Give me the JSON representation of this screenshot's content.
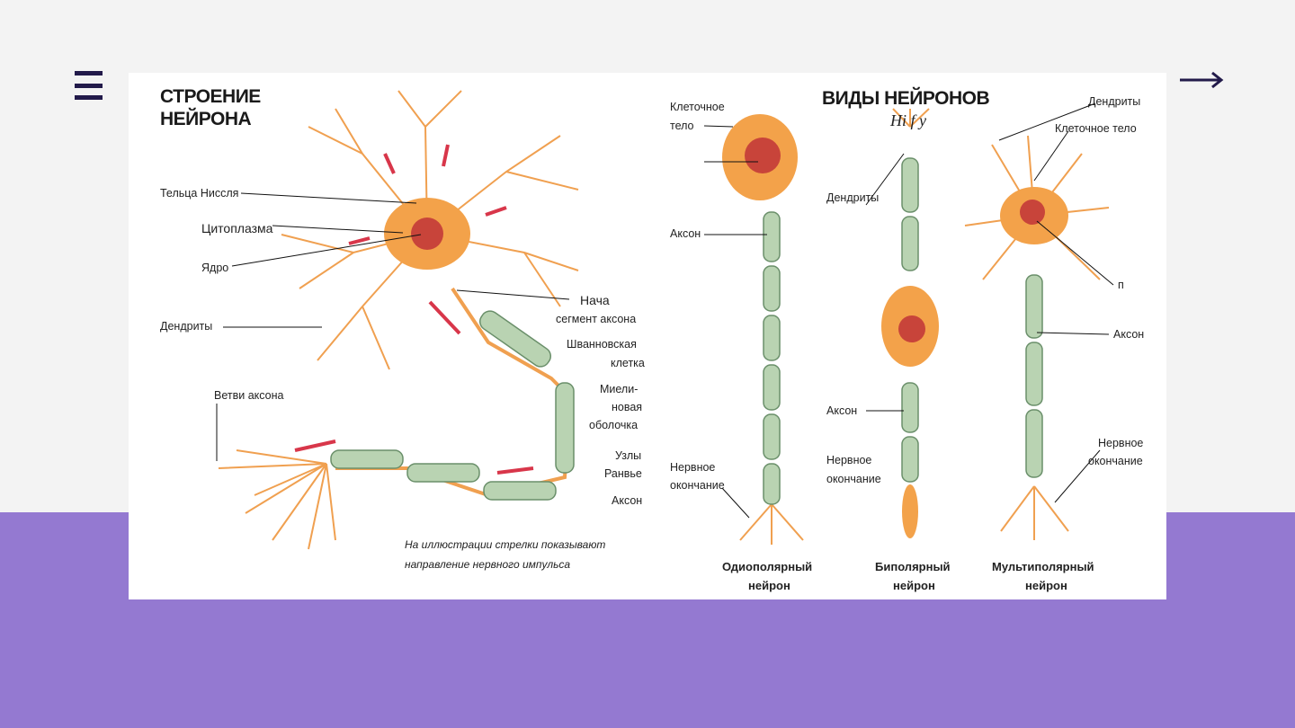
{
  "nav": {
    "menu_icon": "hamburger-menu-icon",
    "next_icon": "arrow-right-icon"
  },
  "colors": {
    "band": "#9479d1",
    "nav": "#221a4a",
    "cell": "#f3a24a",
    "axon": "#b9d3b2"
  },
  "figure": {
    "left": {
      "title_line1": "СТРОЕНИЕ",
      "title_line2": "НЕЙРОНА",
      "nissl": "Тельца Ниссля",
      "cytoplasm": "Цитоплазма",
      "nucleus": "Ядро",
      "dendrites": "Дендриты",
      "axon_branches": "Ветви аксона",
      "initial1": "Нача",
      "initial2": "сегмент аксона",
      "schwann1": "Шванновская",
      "schwann2": "клетка",
      "myelin1": "Миели-",
      "myelin2": "новая",
      "myelin3": "оболочка",
      "ranvier1": "Узлы",
      "ranvier2": "Ранвье",
      "axon": "Аксон",
      "caption1": "На иллюстрации стрелки показывают",
      "caption2": "направление нервного импульса"
    },
    "right": {
      "title": "ВИДЫ НЕЙРОНОВ",
      "uni": {
        "body1": "Клеточное",
        "body2": "тело",
        "axon": "Аксон",
        "end1": "Нервное",
        "end2": "окончание",
        "name1": "Одиополярный",
        "name2": "нейрон"
      },
      "bi": {
        "scribble": "Hi f y",
        "dendrites": "Дендриты",
        "axon": "Аксон",
        "end1": "Нервное",
        "end2": "окончание",
        "name1": "Биполярный",
        "name2": "нейрон"
      },
      "multi": {
        "dendrites": "Дендриты",
        "body": "Клеточное тело",
        "n": "п",
        "axon": "Аксон",
        "end1": "Нервное",
        "end2": "окончание",
        "name1": "Мультиполярный",
        "name2": "нейрон"
      }
    }
  }
}
